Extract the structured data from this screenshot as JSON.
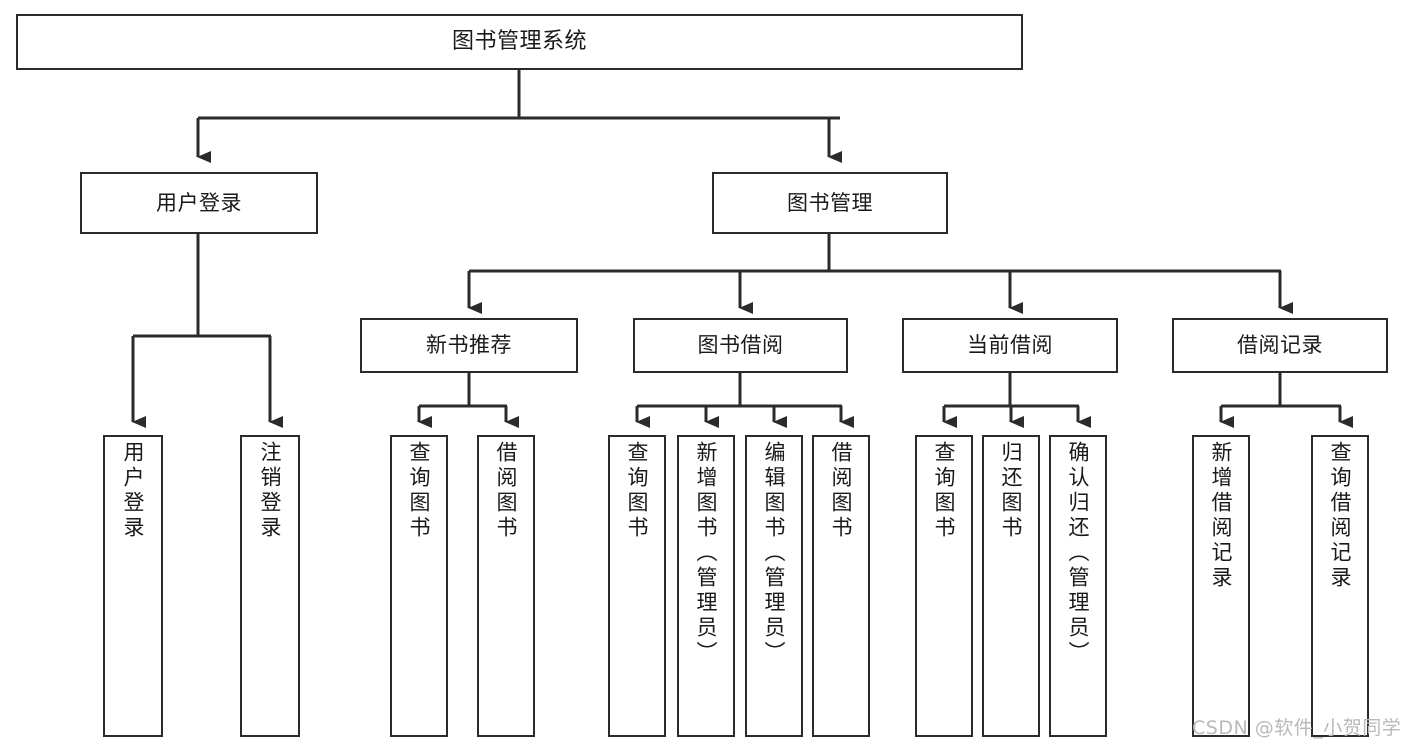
{
  "diagram": {
    "title": "图书管理系统",
    "type": "tree-hierarchy-chart",
    "orientation": "top-down",
    "stroke_color": "#2b2b2b",
    "fill_color": "#ffffff",
    "background_color": "#ffffff"
  },
  "nodes": {
    "root": {
      "label": "图书管理系统"
    },
    "level2": [
      {
        "label": "用户登录"
      },
      {
        "label": "图书管理"
      }
    ],
    "level3": [
      {
        "label": "新书推荐"
      },
      {
        "label": "图书借阅"
      },
      {
        "label": "当前借阅"
      },
      {
        "label": "借阅记录"
      }
    ],
    "leaves": {
      "user_login": [
        {
          "label": "用户登录"
        },
        {
          "label": "注销登录"
        }
      ],
      "new_book_recommend": [
        {
          "label": "查询图书"
        },
        {
          "label": "借阅图书"
        }
      ],
      "book_borrow": [
        {
          "label": "查询图书"
        },
        {
          "label": "新增图书（管理员）"
        },
        {
          "label": "编辑图书（管理员）"
        },
        {
          "label": "借阅图书"
        }
      ],
      "current_borrow": [
        {
          "label": "查询图书"
        },
        {
          "label": "归还图书"
        },
        {
          "label": "确认归还（管理员）"
        }
      ],
      "borrow_record": [
        {
          "label": "新增借阅记录"
        },
        {
          "label": "查询借阅记录"
        }
      ]
    }
  },
  "watermark": {
    "text": "CSDN @软件_小贺同学"
  }
}
